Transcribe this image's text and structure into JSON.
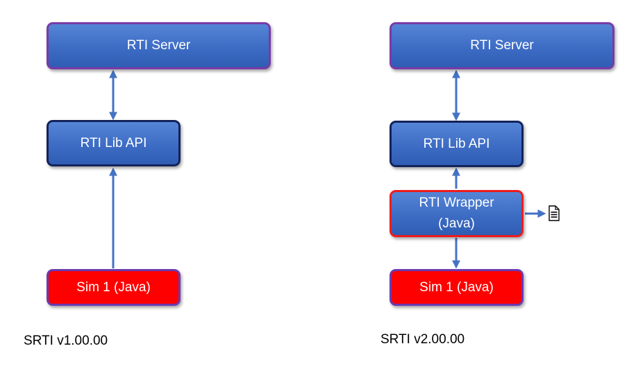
{
  "v1": {
    "server_label": "RTI Server",
    "lib_label": "RTI Lib API",
    "sim_label": "Sim 1 (Java)",
    "caption": "SRTI v1.00.00"
  },
  "v2": {
    "server_label": "RTI Server",
    "lib_label": "RTI Lib API",
    "wrapper_label": "RTI Wrapper\n(Java)",
    "sim_label": "Sim 1 (Java)",
    "caption": "SRTI v2.00.00",
    "output_icon": "document-icon"
  },
  "colors": {
    "box_blue": "#3d6cc4",
    "server_border": "#7a3aa6",
    "lib_border": "#13235a",
    "wrapper_border": "#ee1c1c",
    "sim_fill": "#ff0000",
    "arrow": "#4472c4"
  }
}
